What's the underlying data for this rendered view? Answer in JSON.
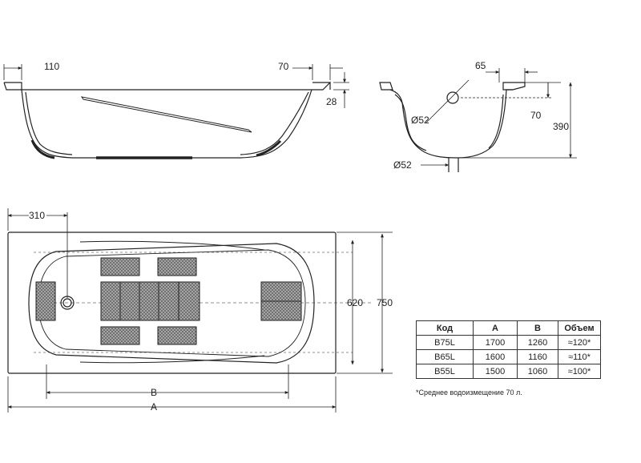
{
  "side_view": {
    "dim_left": "110",
    "dim_right": "70",
    "dim_rim": "28"
  },
  "cross_section": {
    "dim_top": "65",
    "dim_overflow_diameter": "Ø52",
    "dim_drain_diameter": "Ø52",
    "dim_overflow_height": "70",
    "dim_depth": "390"
  },
  "top_view": {
    "dim_drain_offset": "310",
    "dim_inner_width": "620",
    "dim_outer_width": "750",
    "dim_b": "B",
    "dim_a": "A"
  },
  "spec_table": {
    "headers": [
      "Код",
      "A",
      "B",
      "Объем"
    ],
    "rows": [
      [
        "B75L",
        "1700",
        "1260",
        "≈120*"
      ],
      [
        "B65L",
        "1600",
        "1160",
        "≈110*"
      ],
      [
        "B55L",
        "1500",
        "1060",
        "≈100*"
      ]
    ],
    "footnote": "*Среднее водоизмещение 70 л."
  },
  "colors": {
    "line": "#222222",
    "pad_fill": "#555555"
  }
}
